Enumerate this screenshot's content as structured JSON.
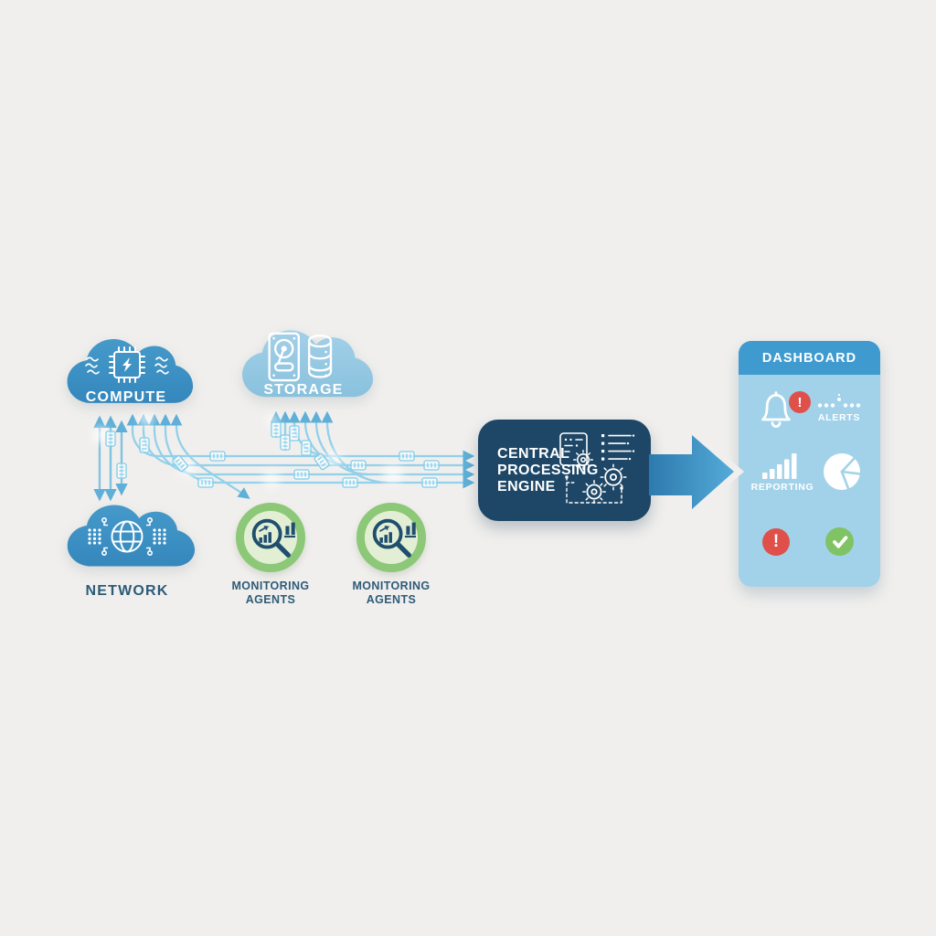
{
  "page": {
    "background": "#f0efed",
    "type": "monitoring-architecture-diagram"
  },
  "sources": {
    "compute": {
      "label": "COMPUTE",
      "icon": "chip-icon",
      "fill": "#3b8fc3",
      "label_color": "#ffffff"
    },
    "storage": {
      "label": "STORAGE",
      "icon": "harddrive-database-icon",
      "fill": "#92c6e0",
      "label_color": "#ffffff"
    },
    "network": {
      "label": "NETWORK",
      "icon": "globe-circuit-icon",
      "fill": "#3b8fc3",
      "label_color": "#2d5b78"
    }
  },
  "agents": {
    "count": 2,
    "label_line1": "MONITORING",
    "label_line2": "AGENTS",
    "icon": "magnifier-chart-icon",
    "ring_color": "#8cc878",
    "inner_color": "#e3efd4",
    "icon_color": "#1f4e6e"
  },
  "engine": {
    "line1": "CENTRAL",
    "line2": "PROCESSING",
    "line3": "ENGINE",
    "fill": "#1e4767",
    "icons": [
      "clipboard-gear-icon",
      "checklist-icon",
      "gears-workflow-icon"
    ]
  },
  "flow": {
    "line_color": "#93d0ea",
    "arrowhead_color": "#5fb0d8",
    "packet_icon": "data-packet-icon",
    "main_arrow_colors": [
      "#2d7aae",
      "#5bb0dd"
    ]
  },
  "dashboard": {
    "title": "DASHBOARD",
    "header_fill": "#3f9ad0",
    "body_fill": "#a2d2e9",
    "alerts": {
      "label": "ALERTS",
      "icons": [
        "bell-icon",
        "alert-badge-icon",
        "dotted-signal-icon"
      ],
      "badge_glyph": "!",
      "badge_color": "#e0504b"
    },
    "reporting": {
      "label": "REPORTING",
      "icons": [
        "bar-chart-icon",
        "pie-chart-icon"
      ]
    },
    "status": {
      "icons": [
        "error-icon",
        "success-icon"
      ],
      "error_glyph": "!",
      "error_color": "#e0504b",
      "success_color": "#7fc364"
    }
  }
}
